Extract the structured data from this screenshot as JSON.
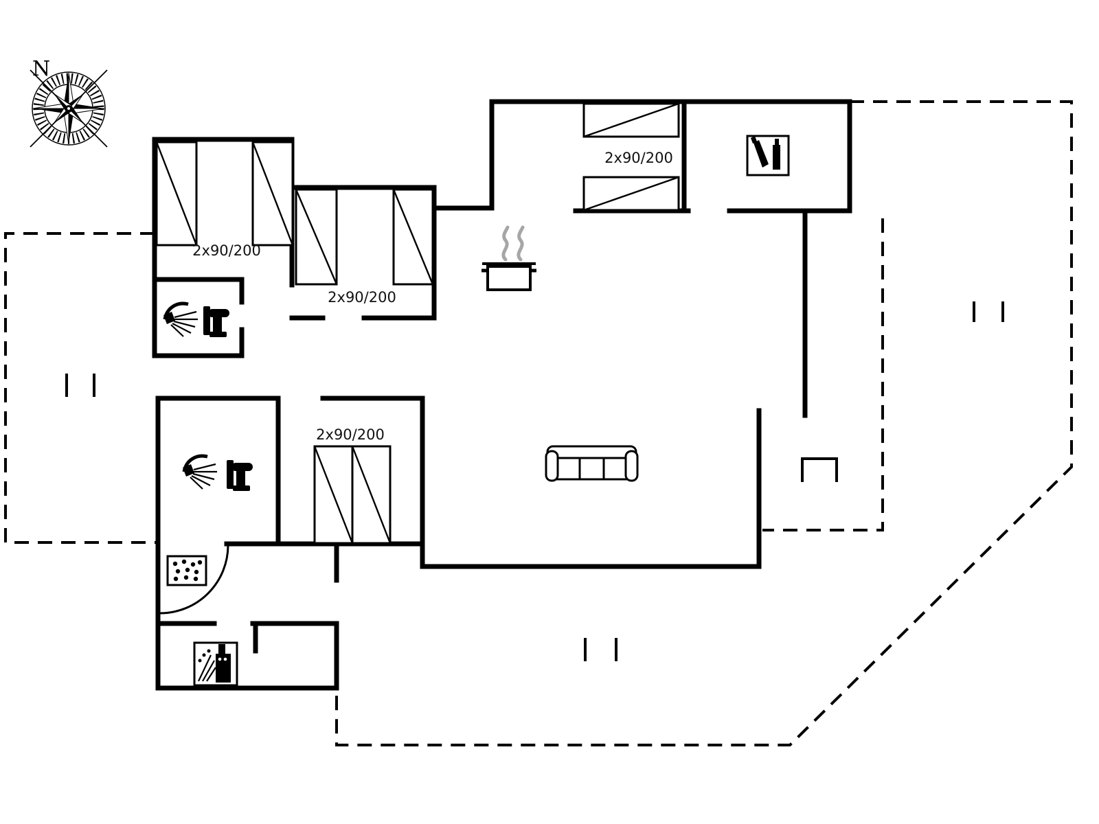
{
  "colors": {
    "wall": "#000000",
    "background": "#ffffff",
    "steam_gray": "#a6a6a6"
  },
  "compass": {
    "north_label": "N"
  },
  "bed_labels": [
    "2x90/200",
    "2x90/200",
    "2x90/200",
    "2x90/200"
  ],
  "icons": {
    "compass": "compass-rose",
    "bed": "single-bed-with-diagonal",
    "shower": "shower-spray",
    "toilet": "toilet",
    "stove": "stove-pot-with-steam",
    "sofa": "three-seat-sofa",
    "door": "door-swing-arc",
    "doormat": "dotted-box",
    "washing_machine": "washing-machine",
    "bottles": "bottle-rack",
    "steps": "terrace-steps-double-tick"
  }
}
